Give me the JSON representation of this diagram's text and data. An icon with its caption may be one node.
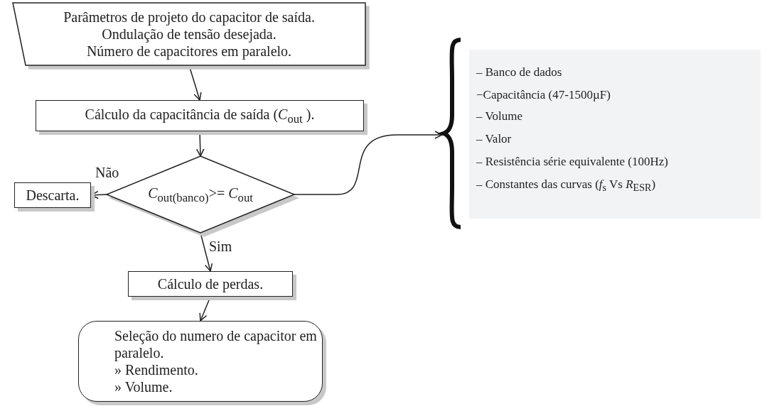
{
  "diagram": {
    "nodes": [
      {
        "text": [
          "Parâmetros de projeto do capacitor de saída.",
          "Ondulação de tensão desejada.",
          "Número de capacitores em paralelo."
        ]
      },
      {
        "text": [
          "Cálculo da capacitância de saída (*C*$_{out}$ )."
        ]
      },
      {
        "text": [
          "*C*$_{out(banco)}$>= *C*$_{out}$"
        ]
      },
      {
        "text": [
          "Descarta."
        ]
      },
      {
        "text": [
          "Cálculo de perdas."
        ]
      },
      {
        "text": [
          "Seleção do numero de capacitor em paralelo.",
          "» Rendimento.",
          "» Volume."
        ]
      },
      {
        "text": [
          "–  Banco de dados",
          "−Capacitância (47-1500µF)",
          "–  Volume",
          "–  Valor",
          "–  Resistência série equivalente (100Hz)",
          "–  Constantes das curvas (*f*$_{s}$ Vs *R*$_{ESR}$)"
        ]
      }
    ],
    "edges": [
      {
        "from": 0,
        "to": 1,
        "arrow": "to"
      },
      {
        "from": 1,
        "to": 2,
        "arrow": "to"
      },
      {
        "from": 2,
        "to": 3,
        "arrow": "to",
        "label": "Não"
      },
      {
        "from": 2,
        "to": 4,
        "arrow": "to",
        "label": "Sim"
      },
      {
        "from": 4,
        "to": 5,
        "arrow": "to"
      },
      {
        "from": 2,
        "to": 6,
        "arrow": "to"
      }
    ]
  }
}
